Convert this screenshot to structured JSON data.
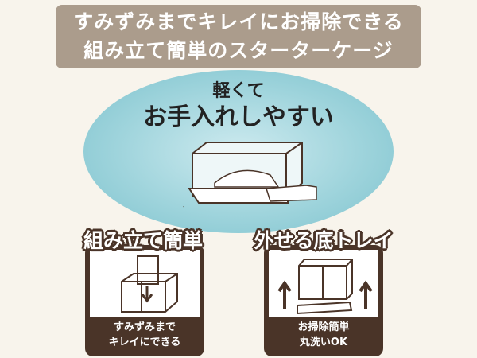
{
  "banner": {
    "line1": "すみずみまでキレイにお掃除できる",
    "line2": "組み立て簡単のスターターケージ"
  },
  "hero": {
    "line1": "軽くて",
    "line2": "お手入れしやすい"
  },
  "features": [
    {
      "title": "組み立て簡単",
      "caption1": "すみずみまで",
      "caption2": "キレイにできる"
    },
    {
      "title": "外せる底トレイ",
      "caption1": "お掃除簡単",
      "caption2": "丸洗いOK"
    }
  ],
  "colors": {
    "brown": "#4a3428",
    "banner": "#ab9c8c",
    "teal": "#8ccbd4",
    "background": "#f8f4ec"
  }
}
